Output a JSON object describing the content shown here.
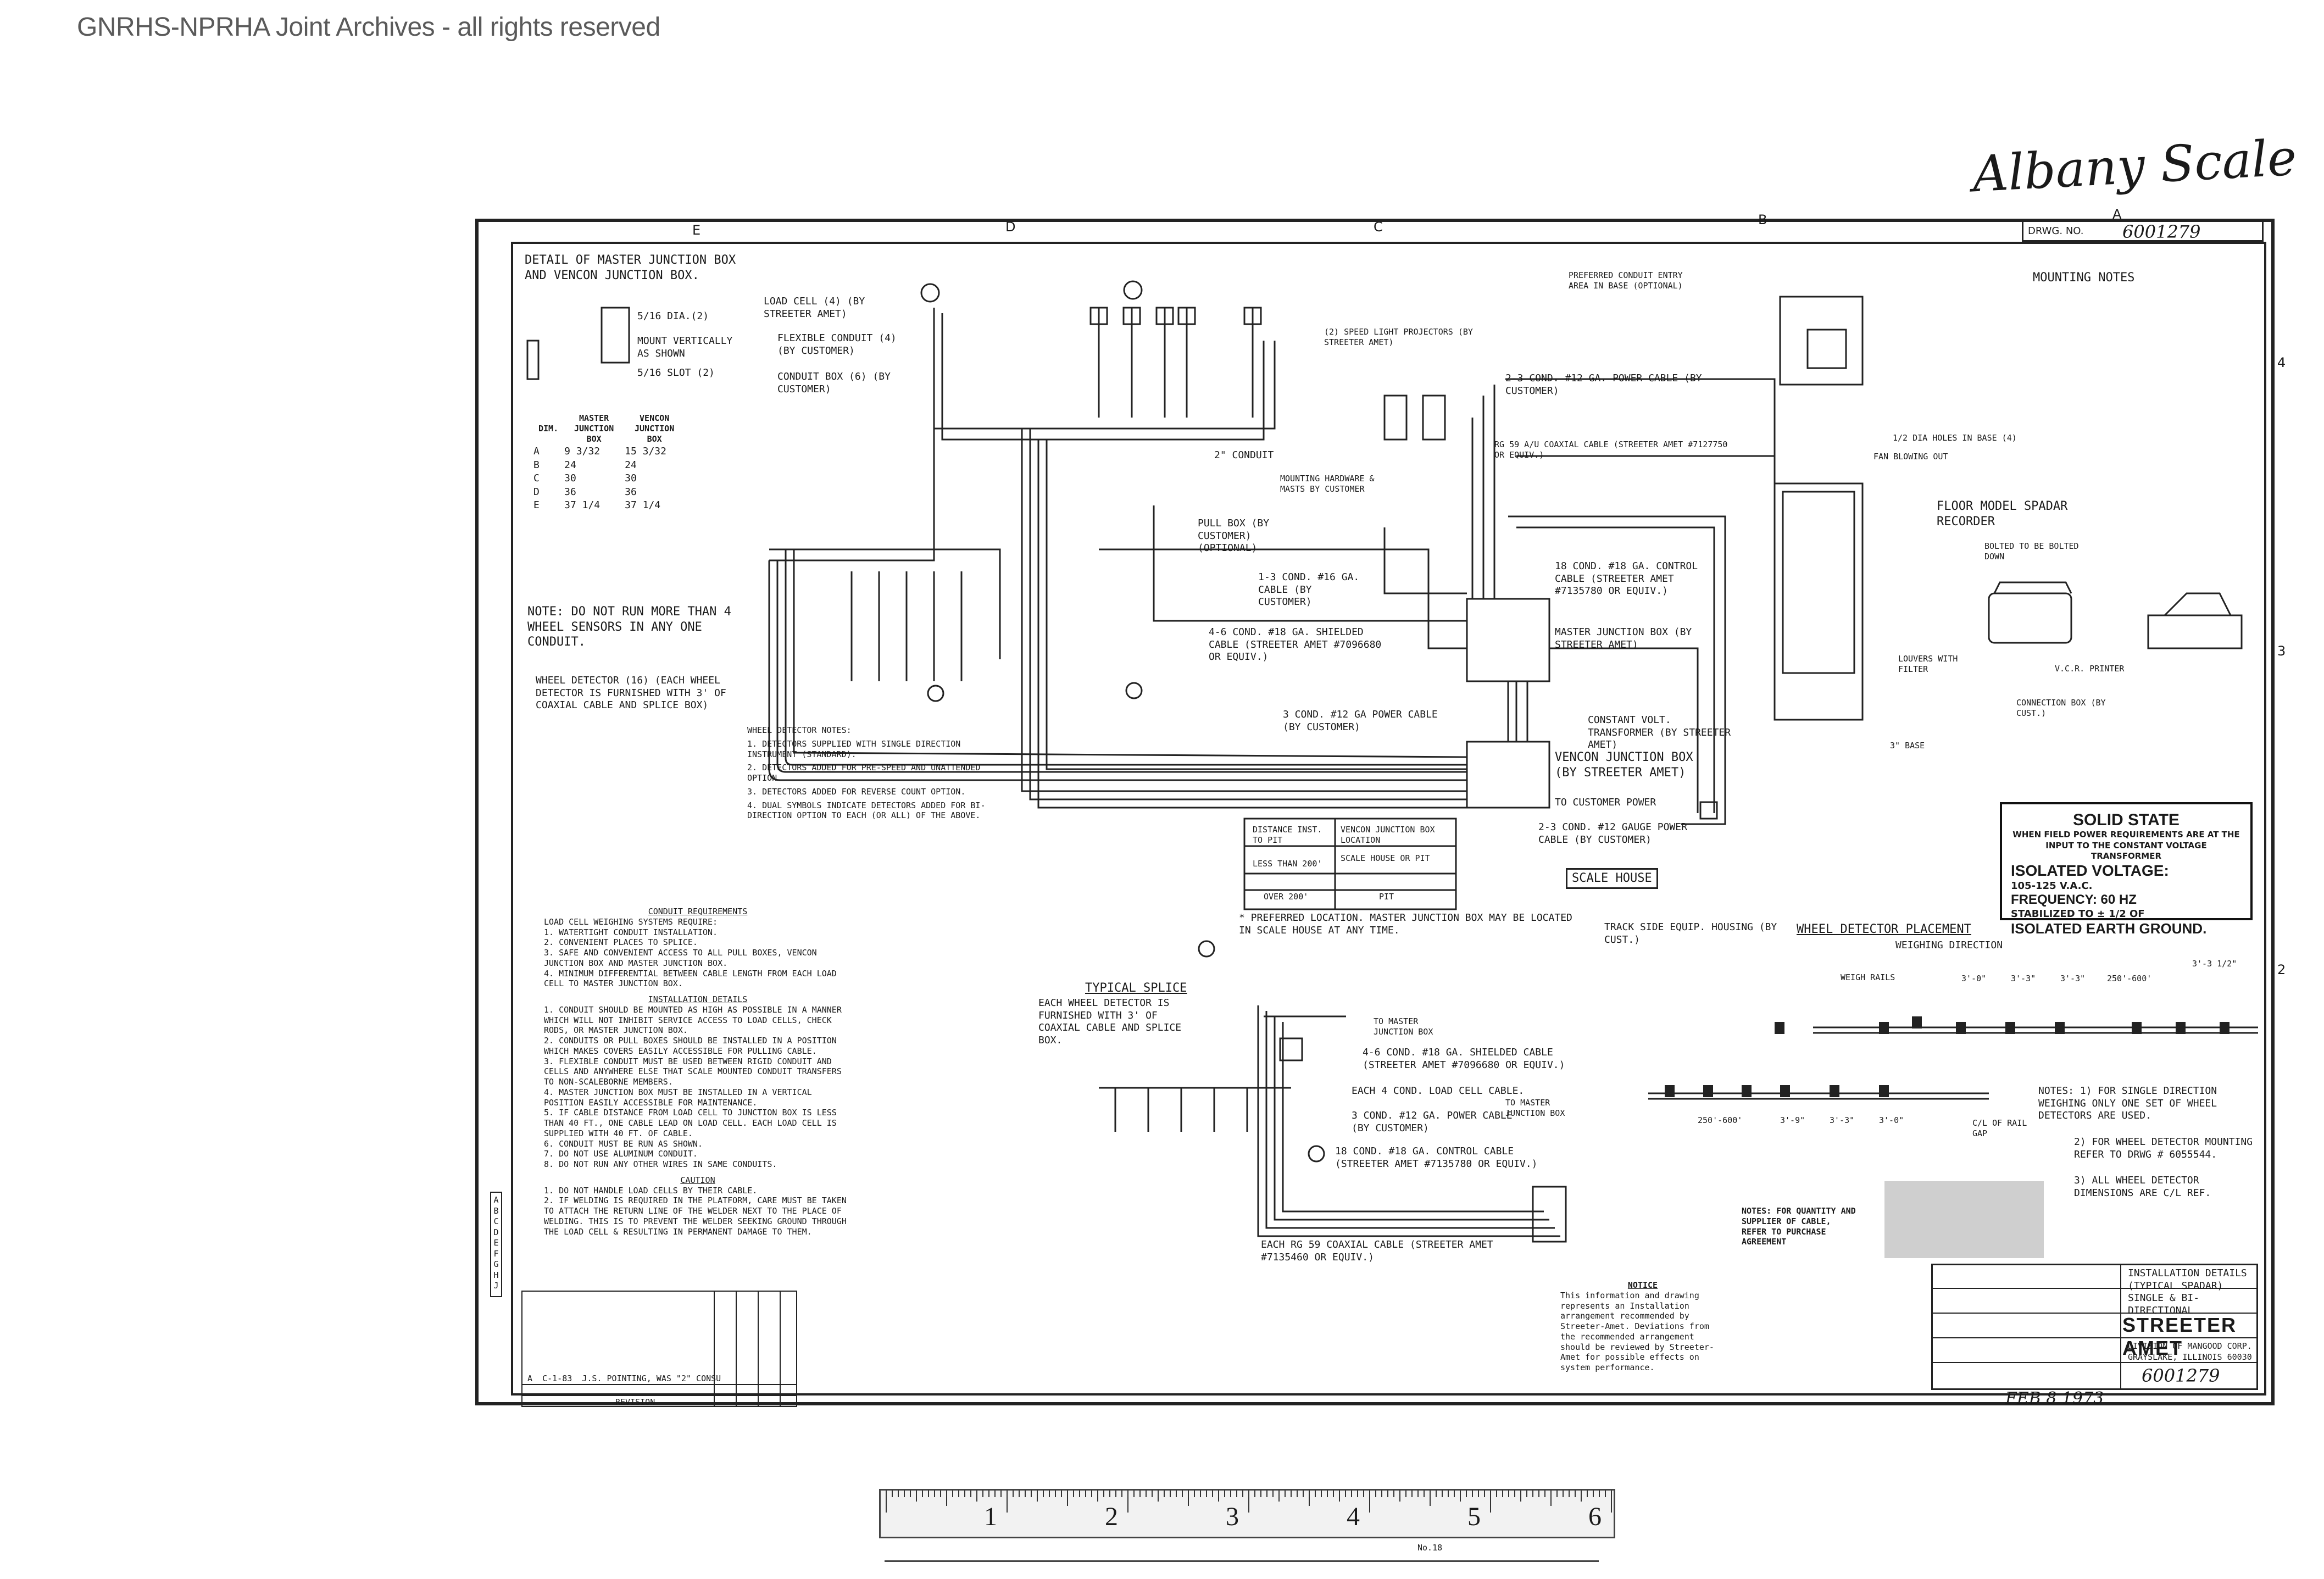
{
  "watermark": "GNRHS-NPRHA Joint Archives - all rights reserved",
  "handwritten_title": "Albany Scale",
  "drawing": {
    "drwg_no_label": "DRWG. NO.",
    "drwg_no": "6001279",
    "zone_letters_top": [
      "E",
      "D",
      "C",
      "B",
      "A"
    ],
    "zone_numbers_right": [
      "4",
      "3",
      "2"
    ],
    "detail_title": "DETAIL OF MASTER JUNCTION BOX AND VENCON JUNCTION BOX.",
    "mount_notes": [
      "5/16 DIA.(2)",
      "MOUNT VERTICALLY AS SHOWN",
      "5/16 SLOT (2)"
    ],
    "dim_table": {
      "headers": [
        "DIM.",
        "MASTER JUNCTION BOX",
        "VENCON JUNCTION BOX"
      ],
      "rows": [
        [
          "A",
          "9 3/32",
          "15 3/32"
        ],
        [
          "B",
          "24",
          "24"
        ],
        [
          "C",
          "30",
          "30"
        ],
        [
          "D",
          "36",
          "36"
        ],
        [
          "E",
          "37 1/4",
          "37 1/4"
        ]
      ]
    },
    "note_sensors": "NOTE: DO NOT RUN MORE THAN 4 WHEEL SENSORS IN ANY ONE CONDUIT.",
    "wheel_detector_label": "WHEEL DETECTOR (16) (EACH WHEEL DETECTOR IS FURNISHED WITH 3' OF COAXIAL CABLE AND SPLICE BOX)",
    "wheel_detector_notes_title": "WHEEL DETECTOR NOTES:",
    "wheel_detector_notes": [
      "1. DETECTORS SUPPLIED WITH SINGLE DIRECTION INSTRUMENT (STANDARD).",
      "2. DETECTORS ADDED FOR PRE-SPEED AND UNATTENDED OPTION.",
      "3. DETECTORS ADDED FOR REVERSE COUNT OPTION.",
      "4. DUAL SYMBOLS INDICATE DETECTORS ADDED FOR BI-DIRECTION OPTION TO EACH (OR ALL) OF THE ABOVE."
    ],
    "callouts": [
      "LOAD CELL (4) (BY STREETER AMET)",
      "FLEXIBLE CONDUIT (4) (BY CUSTOMER)",
      "CONDUIT BOX (6) (BY CUSTOMER)",
      "(2) SPEED LIGHT PROJECTORS (BY STREETER AMET)",
      "2-3 COND. #12 GA. POWER CABLE (BY CUSTOMER)",
      "RG 59 A/U COAXIAL CABLE (STREETER AMET #7127750 OR EQUIV.)",
      "2\" CONDUIT",
      "MOUNTING HARDWARE & MASTS BY CUSTOMER",
      "PULL BOX (BY CUSTOMER) (OPTIONAL)",
      "1-3 COND. #16 GA. CABLE (BY CUSTOMER)",
      "18 COND. #18 GA. CONTROL CABLE (STREETER AMET #7135780 OR EQUIV.)",
      "4-6 COND. #18 GA. SHIELDED CABLE (STREETER AMET #7096680 OR EQUIV.)",
      "MASTER JUNCTION BOX (BY STREETER AMET)",
      "3 COND. #12 GA POWER CABLE (BY CUSTOMER)",
      "CONSTANT VOLT. TRANSFORMER (BY STREETER AMET)",
      "VENCON JUNCTION BOX (BY STREETER AMET)",
      "TO CUSTOMER POWER",
      "2-3 COND. #12 GAUGE POWER CABLE (BY CUSTOMER)",
      "SCALE HOUSE",
      "TRACK SIDE EQUIP. HOUSING (BY CUST.)",
      "PREFERRED CONDUIT ENTRY AREA IN BASE (OPTIONAL)",
      "1/2 DIA HOLES IN BASE (4)",
      "FAN BLOWING OUT",
      "LOUVERS WITH FILTER",
      "CONNECTION BOX (BY CUST.)",
      "3\" BASE"
    ],
    "location_table": {
      "headers": [
        "DISTANCE INST. TO PIT",
        "VENCON JUNCTION BOX LOCATION"
      ],
      "rows": [
        [
          "LESS THAN 200'",
          "SCALE HOUSE OR PIT"
        ],
        [
          "OVER 200'",
          "PIT"
        ]
      ],
      "footnote": "* PREFERRED LOCATION. MASTER JUNCTION BOX MAY BE LOCATED IN SCALE HOUSE AT ANY TIME."
    },
    "recorder": {
      "title": "FLOOR MODEL SPADAR RECORDER",
      "sub": "BOLTED TO BE BOLTED DOWN",
      "printer": "V.C.R. PRINTER"
    },
    "mounting_notes_title": "MOUNTING NOTES",
    "solid_state": {
      "title": "SOLID STATE",
      "fine": "WHEN FIELD POWER REQUIREMENTS ARE AT THE INPUT TO THE CONSTANT VOLTAGE TRANSFORMER",
      "iso_voltage": "ISOLATED VOLTAGE:",
      "voltage": "105-125 V.A.C.",
      "frequency": "FREQUENCY: 60 HZ",
      "stabilized": "STABILIZED TO ± 1/2 OF",
      "ground": "ISOLATED EARTH GROUND."
    },
    "placement": {
      "title": "WHEEL DETECTOR PLACEMENT",
      "direction": "WEIGHING DIRECTION",
      "weigh_rails": "WEIGH RAILS",
      "dims": [
        "3'-0\"",
        "3'-3\"",
        "3'-3\"",
        "250'-600'",
        "3'-3 1/2\""
      ],
      "dims_lower": [
        "250'-600'",
        "3'-9\"",
        "3'-3\"",
        "3'-0\""
      ],
      "rail_gap": "C/L OF RAIL GAP"
    },
    "placement_notes": [
      "NOTES: 1) FOR SINGLE DIRECTION WEIGHING ONLY ONE SET OF WHEEL DETECTORS ARE USED.",
      "2) FOR WHEEL DETECTOR MOUNTING REFER TO DRWG # 6055544.",
      "3) ALL WHEEL DETECTOR DIMENSIONS ARE C/L REF."
    ],
    "typical_splice": {
      "title": "TYPICAL SPLICE",
      "text": "EACH WHEEL DETECTOR IS FURNISHED WITH 3' OF COAXIAL CABLE AND SPLICE BOX."
    },
    "lower_callouts": [
      "TO MASTER JUNCTION BOX",
      "4-6 COND. #18 GA. SHIELDED CABLE (STREETER AMET #7096680 OR EQUIV.)",
      "EACH 4 COND. LOAD CELL CABLE.",
      "3 COND. #12 GA. POWER CABLE (BY CUSTOMER)",
      "TO MASTER JUNCTION BOX",
      "18 COND. #18 GA. CONTROL CABLE (STREETER AMET #7135780 OR EQUIV.)",
      "EACH RG 59 COAXIAL CABLE (STREETER AMET #7135460 OR EQUIV.)"
    ],
    "conduit_requirements": {
      "title": "CONDUIT REQUIREMENTS",
      "intro": "LOAD CELL WEIGHING SYSTEMS REQUIRE:",
      "items": [
        "1. WATERTIGHT CONDUIT INSTALLATION.",
        "2. CONVENIENT PLACES TO SPLICE.",
        "3. SAFE AND CONVENIENT ACCESS TO ALL PULL BOXES, VENCON JUNCTION BOX AND MASTER JUNCTION BOX.",
        "4. MINIMUM DIFFERENTIAL BETWEEN CABLE LENGTH FROM EACH LOAD CELL TO MASTER JUNCTION BOX."
      ]
    },
    "installation_details": {
      "title": "INSTALLATION DETAILS",
      "items": [
        "1. CONDUIT SHOULD BE MOUNTED AS HIGH AS POSSIBLE IN A MANNER WHICH WILL NOT INHIBIT SERVICE ACCESS TO LOAD CELLS, CHECK RODS, OR MASTER JUNCTION BOX.",
        "2. CONDUITS OR PULL BOXES SHOULD BE INSTALLED IN A POSITION WHICH MAKES COVERS EASILY ACCESSIBLE FOR PULLING CABLE.",
        "3. FLEXIBLE CONDUIT MUST BE USED BETWEEN RIGID CONDUIT AND CELLS AND ANYWHERE ELSE THAT SCALE MOUNTED CONDUIT TRANSFERS TO NON-SCALEBORNE MEMBERS.",
        "4. MASTER JUNCTION BOX MUST BE INSTALLED IN A VERTICAL POSITION EASILY ACCESSIBLE FOR MAINTENANCE.",
        "5. IF CABLE DISTANCE FROM LOAD CELL TO JUNCTION BOX IS LESS THAN 40 FT., ONE CABLE LEAD ON LOAD CELL. EACH LOAD CELL IS SUPPLIED WITH 40 FT. OF CABLE.",
        "6. CONDUIT MUST BE RUN AS SHOWN.",
        "7. DO NOT USE ALUMINUM CONDUIT.",
        "8. DO NOT RUN ANY OTHER WIRES IN SAME CONDUITS."
      ]
    },
    "caution": {
      "title": "CAUTION",
      "items": [
        "1. DO NOT HANDLE LOAD CELLS BY THEIR CABLE.",
        "2. IF WELDING IS REQUIRED IN THE PLATFORM, CARE MUST BE TAKEN TO ATTACH THE RETURN LINE OF THE WELDER NEXT TO THE PLACE OF WELDING. THIS IS TO PREVENT THE WELDER SEEKING GROUND THROUGH THE LOAD CELL & RESULTING IN PERMANENT DAMAGE TO THEM."
      ]
    },
    "revision_label": "REVISION",
    "revision_row": "A  C-1-83  J.S. POINTING, WAS \"2\" CONSU",
    "notice_title": "NOTICE",
    "notice_text": "This information and drawing represents an Installation arrangement recommended by Streeter-Amet. Deviations from the recommended arrangement should be reviewed by Streeter-Amet for possible effects on system performance.",
    "notes_purchase": "NOTES: FOR QUANTITY AND SUPPLIER OF CABLE, REFER TO PURCHASE AGREEMENT",
    "title_block": {
      "title": "INSTALLATION DETAILS (TYPICAL SPADAR) SINGLE & BI-DIRECTIONAL",
      "company": "STREETER AMET",
      "division": "DIVISION OF MANGOOD CORP.",
      "city": "GRAYSLAKE, ILLINOIS 60030",
      "drwg_no": "6001279",
      "date": "FEB 8 1973"
    },
    "zone_letters_left": [
      "A",
      "B",
      "C",
      "D",
      "E",
      "F",
      "G",
      "H",
      "J"
    ]
  },
  "ruler": {
    "numbers": [
      "1",
      "2",
      "3",
      "4",
      "5",
      "6"
    ],
    "label": "No.18"
  }
}
